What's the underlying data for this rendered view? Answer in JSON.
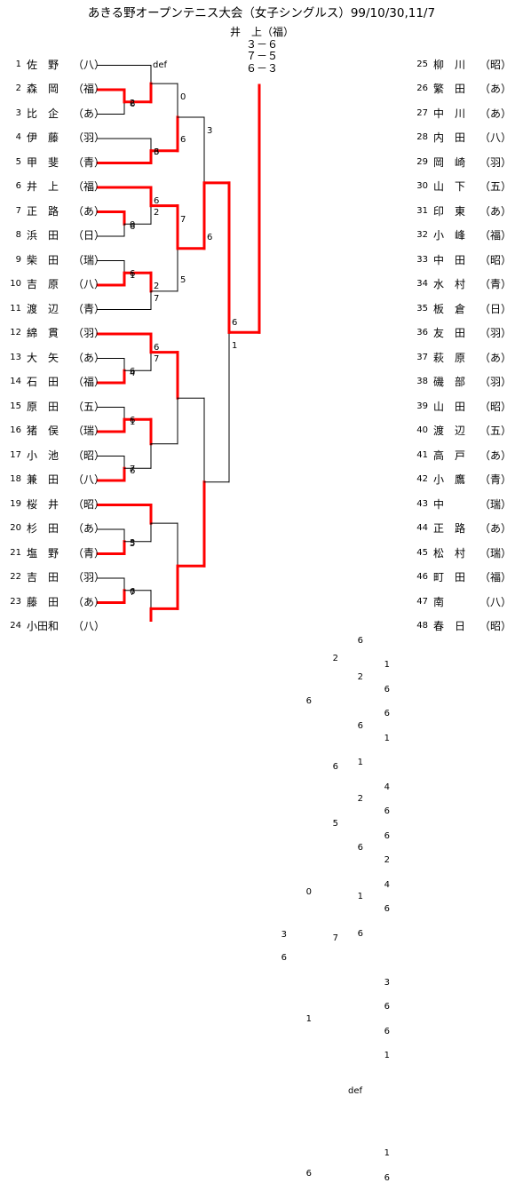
{
  "title": "あきる野オープンテニス大会（女子シングルス）99/10/30,11/7",
  "final_result": {
    "winner": "井　上（福）",
    "sets": [
      "３－６",
      "７－５",
      "６－３"
    ]
  },
  "colors": {
    "win_line": "#ff0000",
    "line": "#000000"
  },
  "left_players": [
    {
      "num": "1",
      "name": "佐　野",
      "club": "（八）"
    },
    {
      "num": "2",
      "name": "森　岡",
      "club": "（福）"
    },
    {
      "num": "3",
      "name": "比　企",
      "club": "（あ）"
    },
    {
      "num": "4",
      "name": "伊　藤",
      "club": "（羽）"
    },
    {
      "num": "5",
      "name": "甲　斐",
      "club": "（青）"
    },
    {
      "num": "6",
      "name": "井　上",
      "club": "（福）"
    },
    {
      "num": "7",
      "name": "正　路",
      "club": "（あ）"
    },
    {
      "num": "8",
      "name": "浜　田",
      "club": "（日）"
    },
    {
      "num": "9",
      "name": "柴　田",
      "club": "（瑞）"
    },
    {
      "num": "10",
      "name": "吉　原",
      "club": "（八）"
    },
    {
      "num": "11",
      "name": "渡　辺",
      "club": "（青）"
    },
    {
      "num": "12",
      "name": "綿　貫",
      "club": "（羽）"
    },
    {
      "num": "13",
      "name": "大　矢",
      "club": "（あ）"
    },
    {
      "num": "14",
      "name": "石　田",
      "club": "（福）"
    },
    {
      "num": "15",
      "name": "原　田",
      "club": "（五）"
    },
    {
      "num": "16",
      "name": "猪　俣",
      "club": "（瑞）"
    },
    {
      "num": "17",
      "name": "小　池",
      "club": "（昭）"
    },
    {
      "num": "18",
      "name": "兼　田",
      "club": "（八）"
    },
    {
      "num": "19",
      "name": "桜　井",
      "club": "（昭）"
    },
    {
      "num": "20",
      "name": "杉　田",
      "club": "（あ）"
    },
    {
      "num": "21",
      "name": "塩　野",
      "club": "（青）"
    },
    {
      "num": "22",
      "name": "吉　田",
      "club": "（羽）"
    },
    {
      "num": "23",
      "name": "藤　田",
      "club": "（あ）"
    },
    {
      "num": "24",
      "name": "小田和",
      "club": "（八）"
    }
  ],
  "right_players": [
    {
      "num": "25",
      "name": "柳　川",
      "club": "（昭）"
    },
    {
      "num": "26",
      "name": "繁　田",
      "club": "（あ）"
    },
    {
      "num": "27",
      "name": "中　川",
      "club": "（あ）"
    },
    {
      "num": "28",
      "name": "内　田",
      "club": "（八）"
    },
    {
      "num": "29",
      "name": "岡　崎",
      "club": "（羽）"
    },
    {
      "num": "30",
      "name": "山　下",
      "club": "（五）"
    },
    {
      "num": "31",
      "name": "印　東",
      "club": "（あ）"
    },
    {
      "num": "32",
      "name": "小　峰",
      "club": "（福）"
    },
    {
      "num": "33",
      "name": "中　田",
      "club": "（昭）"
    },
    {
      "num": "34",
      "name": "水　村",
      "club": "（青）"
    },
    {
      "num": "35",
      "name": "板　倉",
      "club": "（日）"
    },
    {
      "num": "36",
      "name": "友　田",
      "club": "（羽）"
    },
    {
      "num": "37",
      "name": "萩　原",
      "club": "（あ）"
    },
    {
      "num": "38",
      "name": "磯　部",
      "club": "（羽）"
    },
    {
      "num": "39",
      "name": "山　田",
      "club": "（昭）"
    },
    {
      "num": "40",
      "name": "渡　辺",
      "club": "（五）"
    },
    {
      "num": "41",
      "name": "高　戸",
      "club": "（あ）"
    },
    {
      "num": "42",
      "name": "小　鷹",
      "club": "（青）"
    },
    {
      "num": "43",
      "name": "中",
      "club": "（瑞）"
    },
    {
      "num": "44",
      "name": "正　路",
      "club": "（あ）"
    },
    {
      "num": "45",
      "name": "松　村",
      "club": "（瑞）"
    },
    {
      "num": "46",
      "name": "町　田",
      "club": "（福）"
    },
    {
      "num": "47",
      "name": "南",
      "club": "（八）"
    },
    {
      "num": "48",
      "name": "春　日",
      "club": "（昭）"
    }
  ],
  "score_labels": {
    "def": "def",
    "l_r1": [
      "6",
      "2",
      "6",
      "0",
      "1",
      "6",
      "4",
      "6",
      "1",
      "6",
      "6",
      "7",
      "5",
      "3",
      "7",
      "6"
    ],
    "l_r2": [
      "3",
      "6",
      "6",
      "2",
      "2",
      "7",
      "6",
      "7"
    ],
    "l_r3": [
      "0",
      "6",
      "7",
      "5"
    ],
    "l_r4": [
      "3",
      "6"
    ],
    "l_r5": [
      "6",
      "1"
    ],
    "r_r1": [
      "1",
      "6",
      "6",
      "1",
      "4",
      "6",
      "6",
      "2",
      "4",
      "6",
      "3",
      "6",
      "6",
      "1",
      "1",
      "6"
    ],
    "r_r2": [
      "6",
      "2",
      "6",
      "1",
      "2",
      "6",
      "1",
      "6"
    ],
    "r_r3": [
      "2",
      "6",
      "5",
      "7"
    ],
    "r_r4": [
      "6",
      "0",
      "1",
      "6"
    ],
    "r_r5": [
      "3",
      "6"
    ]
  }
}
